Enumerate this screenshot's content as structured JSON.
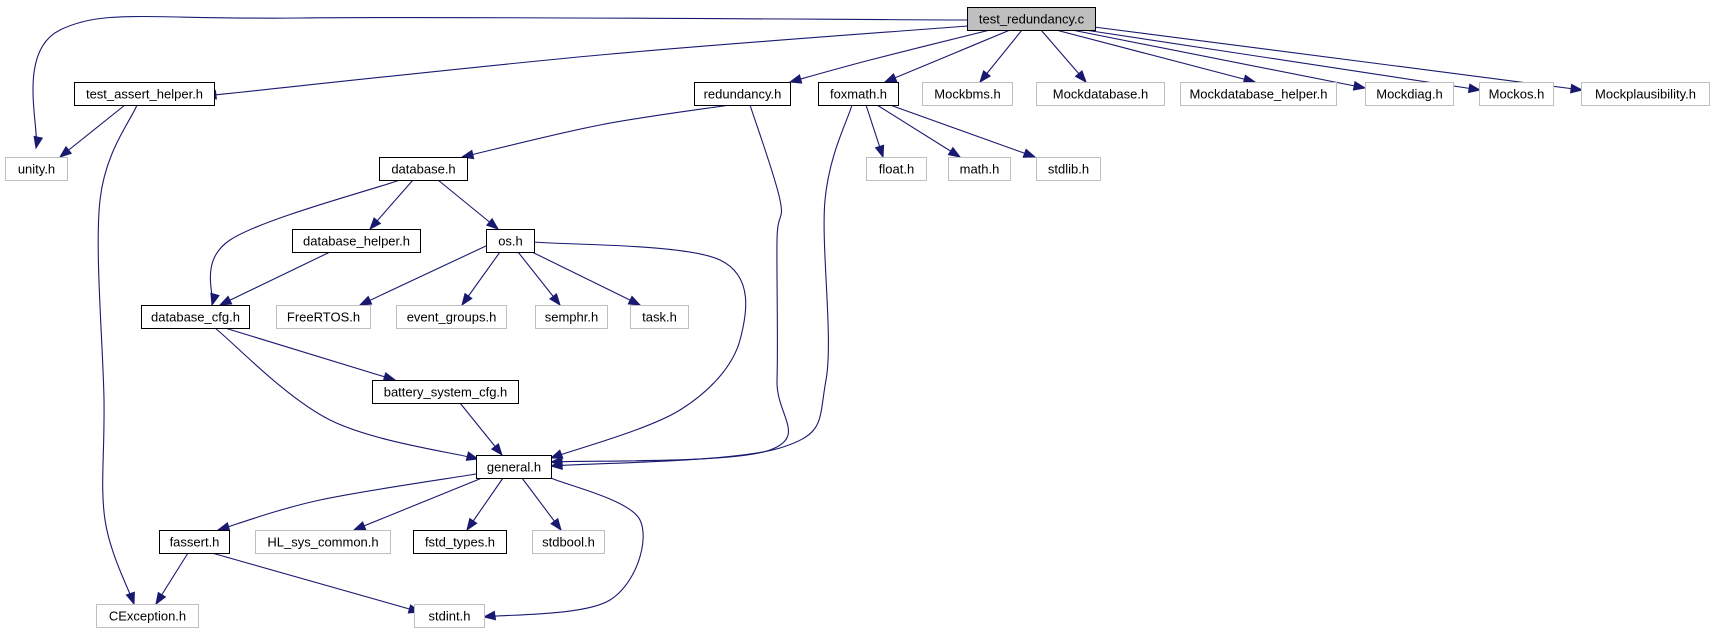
{
  "graph": {
    "nodes": [
      {
        "id": "test_redundancy",
        "label": "test_redundancy.c",
        "style": "root"
      },
      {
        "id": "unity",
        "label": "unity.h",
        "style": "external"
      },
      {
        "id": "test_assert_helper",
        "label": "test_assert_helper.h",
        "style": "file"
      },
      {
        "id": "redundancy",
        "label": "redundancy.h",
        "style": "file"
      },
      {
        "id": "foxmath",
        "label": "foxmath.h",
        "style": "file"
      },
      {
        "id": "Mockbms",
        "label": "Mockbms.h",
        "style": "external"
      },
      {
        "id": "Mockdatabase",
        "label": "Mockdatabase.h",
        "style": "external"
      },
      {
        "id": "Mockdatabase_helper",
        "label": "Mockdatabase_helper.h",
        "style": "external"
      },
      {
        "id": "Mockdiag",
        "label": "Mockdiag.h",
        "style": "external"
      },
      {
        "id": "Mockos",
        "label": "Mockos.h",
        "style": "external"
      },
      {
        "id": "Mockplausibility",
        "label": "Mockplausibility.h",
        "style": "external"
      },
      {
        "id": "database",
        "label": "database.h",
        "style": "file"
      },
      {
        "id": "float",
        "label": "float.h",
        "style": "external"
      },
      {
        "id": "math",
        "label": "math.h",
        "style": "external"
      },
      {
        "id": "stdlib",
        "label": "stdlib.h",
        "style": "external"
      },
      {
        "id": "database_helper",
        "label": "database_helper.h",
        "style": "file"
      },
      {
        "id": "os",
        "label": "os.h",
        "style": "file"
      },
      {
        "id": "database_cfg",
        "label": "database_cfg.h",
        "style": "file"
      },
      {
        "id": "FreeRTOS",
        "label": "FreeRTOS.h",
        "style": "external"
      },
      {
        "id": "event_groups",
        "label": "event_groups.h",
        "style": "external"
      },
      {
        "id": "semphr",
        "label": "semphr.h",
        "style": "external"
      },
      {
        "id": "task",
        "label": "task.h",
        "style": "external"
      },
      {
        "id": "battery_system_cfg",
        "label": "battery_system_cfg.h",
        "style": "file"
      },
      {
        "id": "general",
        "label": "general.h",
        "style": "file"
      },
      {
        "id": "fassert",
        "label": "fassert.h",
        "style": "file"
      },
      {
        "id": "HL_sys_common",
        "label": "HL_sys_common.h",
        "style": "external"
      },
      {
        "id": "fstd_types",
        "label": "fstd_types.h",
        "style": "file"
      },
      {
        "id": "stdbool",
        "label": "stdbool.h",
        "style": "external"
      },
      {
        "id": "CException",
        "label": "CException.h",
        "style": "external"
      },
      {
        "id": "stdint",
        "label": "stdint.h",
        "style": "external"
      }
    ],
    "edges": [
      {
        "from": "test_redundancy",
        "to": "unity"
      },
      {
        "from": "test_redundancy",
        "to": "test_assert_helper"
      },
      {
        "from": "test_redundancy",
        "to": "redundancy"
      },
      {
        "from": "test_redundancy",
        "to": "foxmath"
      },
      {
        "from": "test_redundancy",
        "to": "Mockbms"
      },
      {
        "from": "test_redundancy",
        "to": "Mockdatabase"
      },
      {
        "from": "test_redundancy",
        "to": "Mockdatabase_helper"
      },
      {
        "from": "test_redundancy",
        "to": "Mockdiag"
      },
      {
        "from": "test_redundancy",
        "to": "Mockos"
      },
      {
        "from": "test_redundancy",
        "to": "Mockplausibility"
      },
      {
        "from": "test_assert_helper",
        "to": "unity"
      },
      {
        "from": "test_assert_helper",
        "to": "CException"
      },
      {
        "from": "redundancy",
        "to": "database"
      },
      {
        "from": "redundancy",
        "to": "general"
      },
      {
        "from": "foxmath",
        "to": "float"
      },
      {
        "from": "foxmath",
        "to": "math"
      },
      {
        "from": "foxmath",
        "to": "stdlib"
      },
      {
        "from": "foxmath",
        "to": "general"
      },
      {
        "from": "database",
        "to": "database_helper"
      },
      {
        "from": "database",
        "to": "os"
      },
      {
        "from": "database",
        "to": "database_cfg"
      },
      {
        "from": "database_helper",
        "to": "database_cfg"
      },
      {
        "from": "os",
        "to": "FreeRTOS"
      },
      {
        "from": "os",
        "to": "event_groups"
      },
      {
        "from": "os",
        "to": "semphr"
      },
      {
        "from": "os",
        "to": "task"
      },
      {
        "from": "os",
        "to": "general"
      },
      {
        "from": "database_cfg",
        "to": "battery_system_cfg"
      },
      {
        "from": "database_cfg",
        "to": "general"
      },
      {
        "from": "battery_system_cfg",
        "to": "general"
      },
      {
        "from": "general",
        "to": "fassert"
      },
      {
        "from": "general",
        "to": "HL_sys_common"
      },
      {
        "from": "general",
        "to": "fstd_types"
      },
      {
        "from": "general",
        "to": "stdbool"
      },
      {
        "from": "general",
        "to": "stdint"
      },
      {
        "from": "fassert",
        "to": "CException"
      },
      {
        "from": "fassert",
        "to": "stdint"
      }
    ]
  },
  "colors": {
    "edge": "#191970",
    "root_fill": "#bfbfbf",
    "file_border": "#000000",
    "external_border": "#bfbfbf",
    "background": "#ffffff"
  }
}
